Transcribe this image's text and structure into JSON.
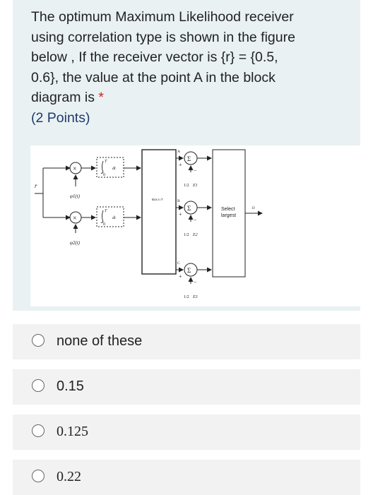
{
  "question": {
    "lines": [
      "The optimum Maximum Likelihood receiver",
      "using correlation type is shown in the figure",
      "below , If the receiver vector  is {r} = {0.5,",
      "0.6}, the value at the point A in the block",
      "diagram is"
    ],
    "required_marker": "*",
    "points": "(2 Points)"
  },
  "diagram": {
    "input": "r",
    "phi1": "φ1(t)",
    "phi2": "φ2(t)",
    "multiply": "×",
    "integral_upper": "T",
    "integral_lower": "0",
    "dt": "dt",
    "matrix_box": "Box t=T",
    "sum": "Σ",
    "point_a": "A",
    "point_b": "B",
    "point_c": "C",
    "point_d": "D",
    "plus": "+",
    "minus": "−",
    "half": "1/2",
    "e1": "E1",
    "e2": "E2",
    "e3": "E3",
    "select_line1": "Select",
    "select_line2": "largest"
  },
  "options": [
    {
      "label": "none of these"
    },
    {
      "label": "0.15"
    },
    {
      "label": "0.125"
    },
    {
      "label": "0.22"
    }
  ]
}
